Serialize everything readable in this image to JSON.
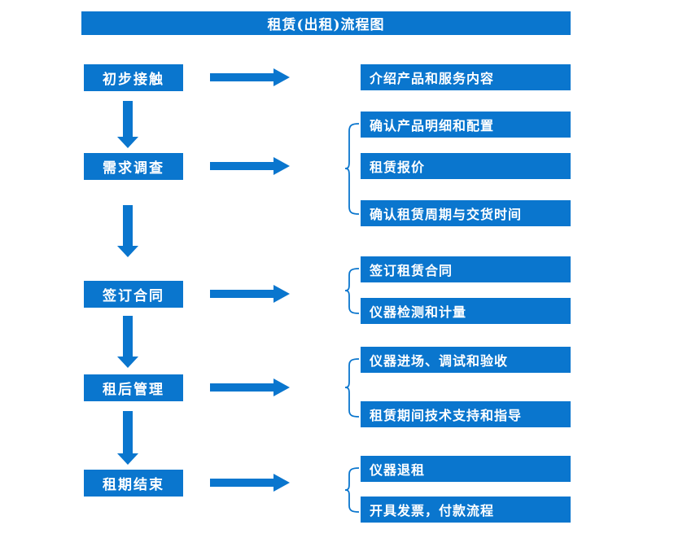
{
  "title": "租赁(出租)流程图",
  "colors": {
    "primary": "#0a76ce",
    "text_on_primary": "#ffffff",
    "background": "#ffffff"
  },
  "stages": [
    {
      "label": "初步接触",
      "items": [
        "介绍产品和服务内容"
      ]
    },
    {
      "label": "需求调查",
      "items": [
        "确认产品明细和配置",
        "租赁报价",
        "确认租赁周期与交货时间"
      ]
    },
    {
      "label": "签订合同",
      "items": [
        "签订租赁合同",
        "仪器检测和计量"
      ]
    },
    {
      "label": "租后管理",
      "items": [
        "仪器进场、调试和验收",
        "租赁期间技术支持和指导"
      ]
    },
    {
      "label": "租期结束",
      "items": [
        "仪器退租",
        "开具发票，付款流程"
      ]
    }
  ]
}
